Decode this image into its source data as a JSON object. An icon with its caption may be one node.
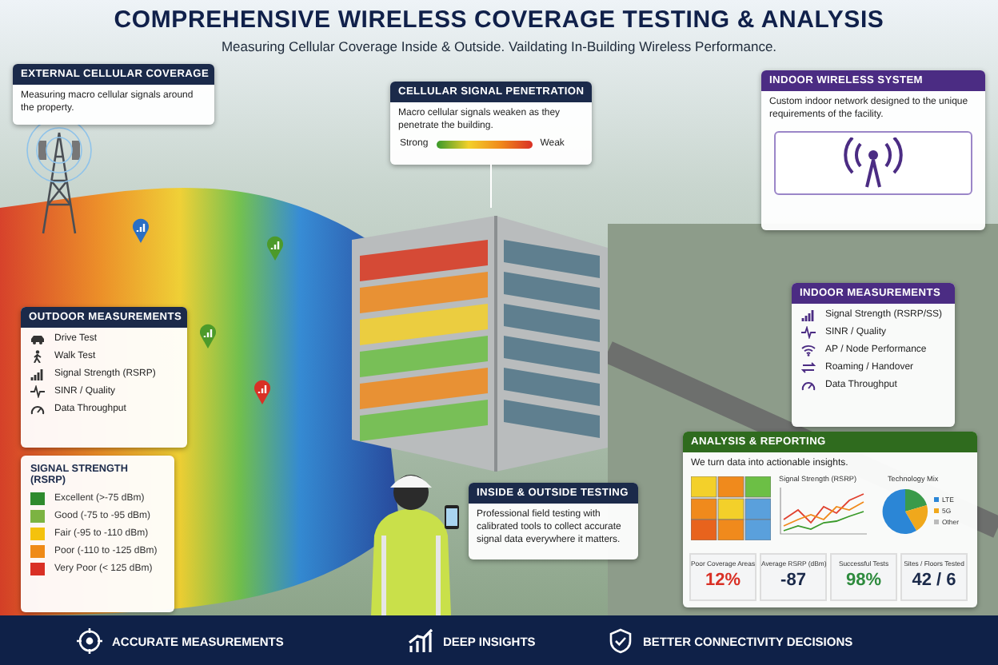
{
  "diagram": {
    "title": "COMPREHENSIVE WIRELESS COVERAGE TESTING & ANALYSIS",
    "nodes": [
      {
        "text": [
          "EXTERNAL CELLULAR COVERAGE",
          "Measuring macro cellular signals around the property."
        ]
      },
      {
        "text": [
          "CELLULAR SIGNAL PENETRATION",
          "Macro cellular signals weaken as they penetrate the building.",
          "Strong",
          "Weak"
        ]
      },
      {
        "text": [
          "INDOOR WIRELESS SYSTEM",
          "Custom indoor network designed to the unique requirements of the facility."
        ]
      },
      {
        "text": [
          "OUTDOOR MEASUREMENTS",
          "Drive Test",
          "Walk Test",
          "Signal Strength (RSRP)",
          "SINR / Quality",
          "Data Throughput"
        ]
      },
      {
        "text": [
          "INDOOR MEASUREMENTS",
          "Signal Strength (RSRP/SS)",
          "SINR / Quality",
          "AP / Node Performance",
          "Roaming / Handover",
          "Data Throughput"
        ]
      },
      {
        "text": [
          "ANALYSIS & REPORTING",
          "We turn data into actionable insights.",
          "Signal Strength (RSRP)",
          "Technology Mix",
          "LTE",
          "5G",
          "Other",
          "Poor Coverage Areas",
          "12%",
          "Average RSRP (dBm)",
          "-87",
          "Successful Tests",
          "98%",
          "Sites / Floors Tested",
          "42 / 6"
        ]
      },
      {
        "text": [
          "INSIDE & OUTSIDE TESTING",
          "Professional field testing with calibrated tools to collect accurate signal data everywhere it matters."
        ]
      },
      {
        "text": [],
        "shape": "picture"
      }
    ],
    "edges": [
      {
        "from": 1,
        "to": 7,
        "arrow": "none"
      }
    ],
    "labels": [
      "Measuring Cellular Coverage Inside & Outside. Vaildating In-Building Wireless Performance.",
      "SIGNAL STRENGTH (RSRP)",
      "ACCURATE MEASUREMENTS",
      "DEEP INSIGHTS",
      "BETTER CONNECTIVITY DECISIONS"
    ],
    "legend": [
      {
        "text": "Excellent (>-75 dBm)",
        "color": "#2e8b2e"
      },
      {
        "text": "Good (-75 to -95 dBm)",
        "color": "#7cb342"
      },
      {
        "text": "Fair (-95 to -110 dBm)",
        "color": "#f4c20d"
      },
      {
        "text": "Poor (-110 to -125 dBm)",
        "color": "#ef8a17"
      },
      {
        "text": "Very Poor (< 125 dBm)",
        "color": "#d93025"
      }
    ]
  }
}
